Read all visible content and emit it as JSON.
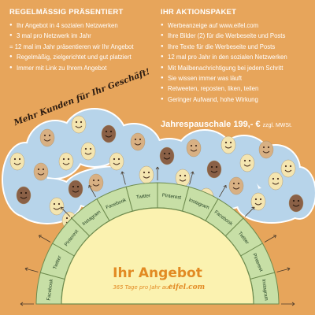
{
  "left": {
    "title": "REGELMÄSSIG PRÄSENTIERT",
    "items": [
      "Ihr Angebot in 4 sozialen Netzwerken",
      "3 mal pro Netzwerk im Jahr",
      "= 12 mal im Jahr präsentieren wir Ihr Angebot",
      "Regelmäßig, zielgerichtet und gut platziert",
      "Immer mit Link zu Ihrem Angebot"
    ]
  },
  "right": {
    "title": "IHR  AKTIONSPAKET",
    "items": [
      "Werbeanzeige auf www.eifel.com",
      "Ihre Bilder (2) für die Werbeseite und Posts",
      "Ihre Texte für die Werbeseite und Posts",
      "12 mal pro Jahr in den sozialen Netzwerken",
      "Mit Mailbenachrichtigung bei jedem Schritt",
      "Sie wissen immer was läuft",
      "Retweeten, reposten, liken, teilen",
      "Geringer Aufwand, hohe Wirkung"
    ]
  },
  "price": {
    "label": "Jahrespauschale 199,- €",
    "vat": "zzgl. MWSt."
  },
  "tagline": "Mehr Kunden für Ihr Geschäft!",
  "hub": {
    "title": "Ihr Angebot",
    "subtitle": "365 Tage pro Jahr auf",
    "brand": "eifel.com"
  },
  "segments": [
    "Facebook",
    "Twitter",
    "Pinterest",
    "Instagram",
    "Facebook",
    "Twitter",
    "Pinterest",
    "Instagram",
    "Facebook",
    "Twitter",
    "Pinterest",
    "Instagram"
  ],
  "colors": {
    "background": "#e7a55b",
    "cloud": "#b7d4ea",
    "cloud_outline": "#ffffff",
    "segment_fill": "#c7dfa6",
    "segment_stroke": "#6e8b4e",
    "hub_fill": "#fbf2b0",
    "hub_text": "#e28a23",
    "face_light": "#f4e5b0",
    "face_tan": "#d8b083",
    "face_brown": "#8a6046"
  },
  "icons": [
    "smiley-face-icon",
    "arrow-icon"
  ]
}
